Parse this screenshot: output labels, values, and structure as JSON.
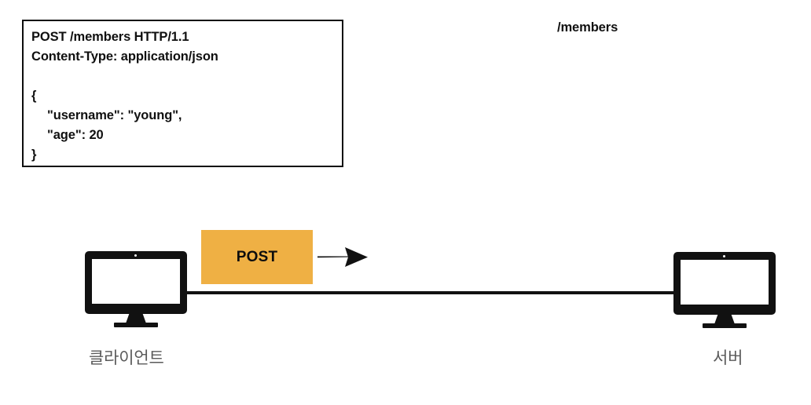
{
  "diagram": {
    "title": "HTTP POST request from client to server",
    "colors": {
      "accent_orange": "#efb044",
      "ink": "#111111",
      "caption_gray": "#5a5a5a",
      "background": "#ffffff"
    }
  },
  "request_box": {
    "lines": [
      "POST /members HTTP/1.1",
      "Content-Type: application/json",
      "",
      "{",
      "\"username\": \"young\",",
      "\"age\": 20",
      "}"
    ],
    "request_line": "POST /members HTTP/1.1",
    "header_content_type": "Content-Type: application/json",
    "body_open_brace": "{",
    "body_field_username": "\"username\": \"young\",",
    "body_field_age": "\"age\": 20",
    "body_close_brace": "}"
  },
  "path_label": "/members",
  "method_badge": {
    "label": "POST",
    "color": "#efb044"
  },
  "nodes": {
    "client": {
      "caption": "클라이언트",
      "icon": "desktop-monitor-icon"
    },
    "server": {
      "caption": "서버",
      "icon": "desktop-monitor-icon"
    }
  },
  "arrow": {
    "direction": "right",
    "name": "request-direction-arrow"
  }
}
